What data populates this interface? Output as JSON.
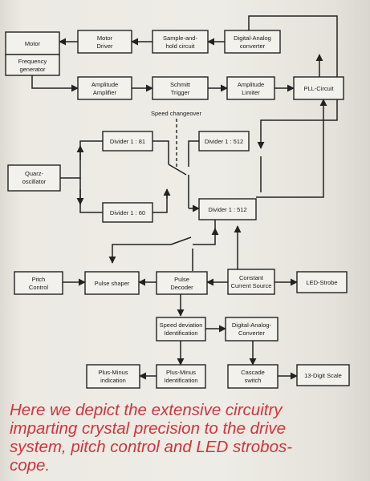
{
  "blocks": {
    "motor": "Motor",
    "motor_driver": [
      "Motor",
      "Driver"
    ],
    "sample_hold": [
      "Sample-and-",
      "hold circuit"
    ],
    "digital_analog_converter_top": [
      "Digital-Analog",
      "converter"
    ],
    "frequency_generator": [
      "Frequency",
      "generator"
    ],
    "amplitude_amplifier": [
      "Amplitude",
      "Amplifier"
    ],
    "schmitt_trigger": [
      "Schmitt",
      "Trigger"
    ],
    "amplitude_limiter": [
      "Amplitude",
      "Limiter"
    ],
    "pll_circuit": "PLL-Circuit",
    "divider_81": "Divider 1 : 81",
    "divider_512_top": "Divider 1 : 512",
    "quartz_oscillator": [
      "Quarz-",
      "oscillator"
    ],
    "divider_60": "Divider 1 : 60",
    "divider_512_mid": "Divider 1 : 512",
    "pitch_control": [
      "Pitch",
      "Control"
    ],
    "pulse_shaper": "Pulse shaper",
    "pulse_decoder": [
      "Pulse",
      "Decoder"
    ],
    "constant_current_source": [
      "Constant",
      "Current Source"
    ],
    "led_strobe": "LED-Strobe",
    "speed_deviation": [
      "Speed deviation",
      "Identification"
    ],
    "digital_analog_converter_bottom": [
      "Digital-Analog-",
      "Converter"
    ],
    "plus_minus_indication": [
      "Plus-Minus",
      "indication"
    ],
    "plus_minus_identification": [
      "Plus-Minus",
      "Identification"
    ],
    "cascade_switch": [
      "Cascade",
      "switch"
    ],
    "digit_scale": "13-Digit Scale"
  },
  "labels": {
    "speed_changeover": "Speed changeover"
  },
  "caption": [
    "Here we depict the extensive circuitry",
    "imparting crystal precision to the drive",
    "system, pitch control and LED strobos-",
    "cope."
  ],
  "colors": {
    "caption": "#d1343a",
    "line": "#222222",
    "paper": "#eceae3"
  }
}
